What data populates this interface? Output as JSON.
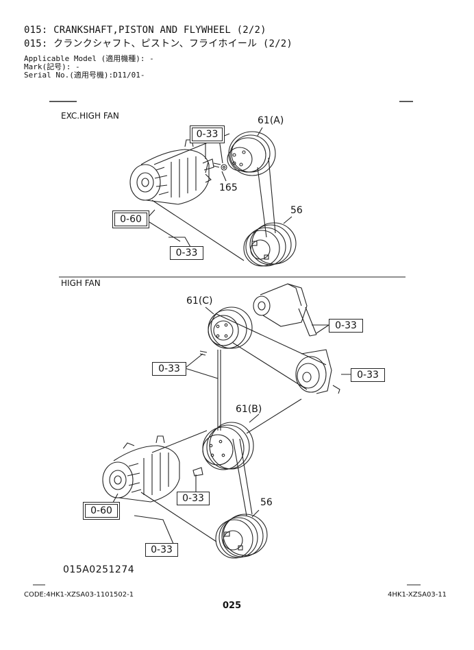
{
  "header": {
    "title_en": "015: CRANKSHAFT,PISTON AND FLYWHEEL (2/2)",
    "title_jp": "015: クランクシャフト、ピストン、フライホイール (2/2)",
    "model": "Applicable Model (適用機種): -",
    "mark": "Mark(記号): -",
    "serial": "Serial No.(適用号機):D11/01-"
  },
  "section_top": {
    "label": "EXC.HIGH FAN",
    "refs": {
      "ref_a": "0-33",
      "ref_b": "0-60",
      "ref_c": "0-33"
    },
    "parts": {
      "p61a": "61(A)",
      "p165": "165",
      "p56": "56"
    }
  },
  "section_bottom": {
    "label": "HIGH FAN",
    "refs": {
      "ref_a": "0-33",
      "ref_b": "0-33",
      "ref_c": "0-33",
      "ref_d": "0-33",
      "ref_e": "0-60",
      "ref_f": "0-33"
    },
    "parts": {
      "p61c": "61(C)",
      "p61b": "61(B)",
      "p56": "56"
    }
  },
  "drawing_id": "015A0251274",
  "footer": {
    "code": "CODE:4HK1-XZSA03-1101502-1",
    "page": "025",
    "doc": "4HK1-XZSA03-11"
  }
}
